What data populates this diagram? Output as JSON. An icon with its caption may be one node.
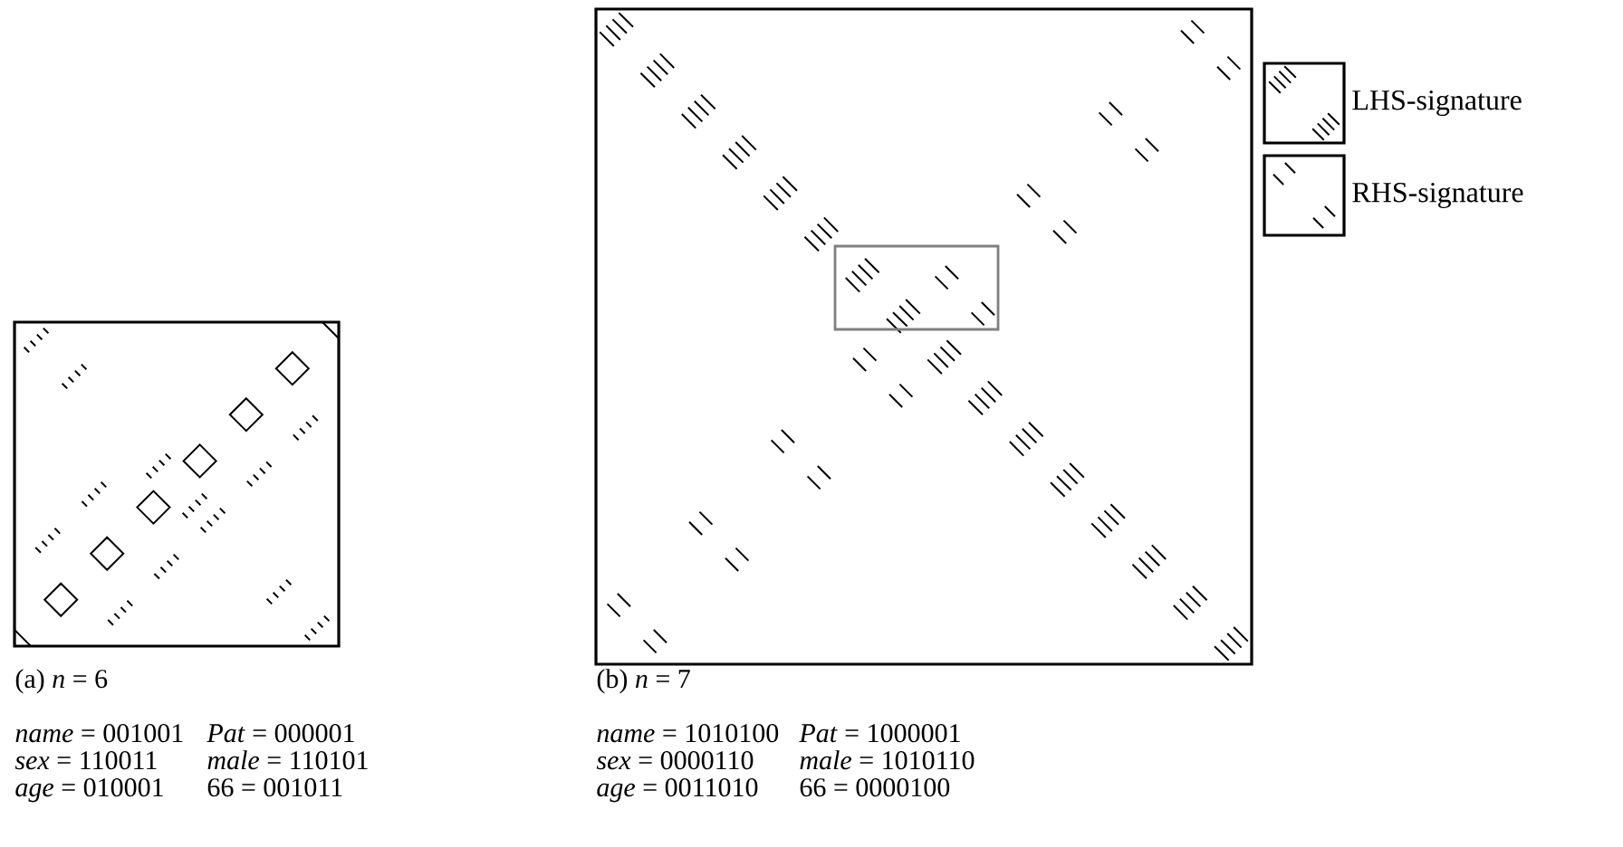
{
  "diagram": {
    "labels": [
      "(a) *n* = 6",
      "(b) *n* = 7",
      "*name* = 001001",
      "*Pat* = 000001",
      "*sex* = 110011",
      "*male* = 110101",
      "*age* = 010001",
      "66 = 001011",
      "*name* = 1010100",
      "*Pat* = 1000001",
      "*sex* = 0000110",
      "*male* = 1010110",
      "*age* = 0011010",
      "66 = 0000100"
    ],
    "legend": [
      {
        "text": "LHS-signature"
      },
      {
        "text": "RHS-signature"
      }
    ]
  }
}
